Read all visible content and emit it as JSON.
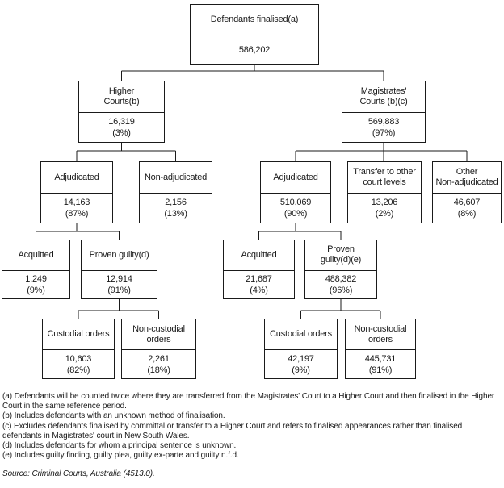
{
  "diagram": {
    "nodes": {
      "root": {
        "label": "Defendants finalised(a)",
        "value": "586,202",
        "pct": ""
      },
      "higher": {
        "label": "Higher\nCourts(b)",
        "value": "16,319",
        "pct": "(3%)"
      },
      "magistrates": {
        "label": "Magistrates'\nCourts (b)(c)",
        "value": "569,883",
        "pct": "(97%)"
      },
      "adj_h": {
        "label": "Adjudicated",
        "value": "14,163",
        "pct": "(87%)"
      },
      "nonadj_h": {
        "label": "Non-adjudicated",
        "value": "2,156",
        "pct": "(13%)"
      },
      "adj_m": {
        "label": "Adjudicated",
        "value": "510,069",
        "pct": "(90%)"
      },
      "transfer_m": {
        "label": "Transfer to other\ncourt levels",
        "value": "13,206",
        "pct": "(2%)"
      },
      "other_m": {
        "label": "Other\nNon-adjudicated",
        "value": "46,607",
        "pct": "(8%)"
      },
      "acq_h": {
        "label": "Acquitted",
        "value": "1,249",
        "pct": "(9%)"
      },
      "guilty_h": {
        "label": "Proven guilty(d)",
        "value": "12,914",
        "pct": "(91%)"
      },
      "acq_m": {
        "label": "Acquitted",
        "value": "21,687",
        "pct": "(4%)"
      },
      "guilty_m": {
        "label": "Proven\nguilty(d)(e)",
        "value": "488,382",
        "pct": "(96%)"
      },
      "cust_h": {
        "label": "Custodial orders",
        "value": "10,603",
        "pct": "(82%)"
      },
      "noncust_h": {
        "label": "Non-custodial\norders",
        "value": "2,261",
        "pct": "(18%)"
      },
      "cust_m": {
        "label": "Custodial orders",
        "value": "42,197",
        "pct": "(9%)"
      },
      "noncust_m": {
        "label": "Non-custodial\norders",
        "value": "445,731",
        "pct": "(91%)"
      }
    }
  },
  "footnotes": [
    "(a) Defendants will be counted twice where they are transferred from the Magistrates' Court to a Higher Court and then finalised in the Higher Court in the same reference period.",
    "(b) Includes defendants with an unknown method of finalisation.",
    "(c) Excludes defendants finalised by committal or transfer to a Higher Court and refers to finalised appearances rather than finalised defendants in Magistrates' court in New South Wales.",
    "(d) Includes defendants for whom a principal sentence is unknown.",
    "(e) Includes guilty finding, guilty plea, guilty ex-parte and guilty n.f.d."
  ],
  "source": "Source: Criminal Courts, Australia (4513.0)."
}
